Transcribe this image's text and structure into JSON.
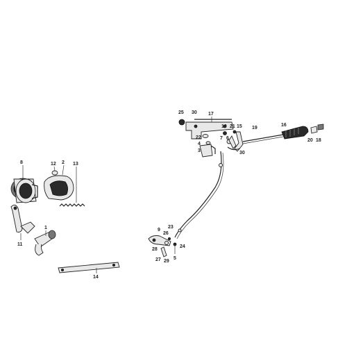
{
  "callouts": [
    {
      "id": "c8",
      "text": "8"
    },
    {
      "id": "c12",
      "text": "12"
    },
    {
      "id": "c2",
      "text": "2"
    },
    {
      "id": "c13",
      "text": "13"
    },
    {
      "id": "c11",
      "text": "11"
    },
    {
      "id": "c1",
      "text": "1"
    },
    {
      "id": "c14",
      "text": "14"
    },
    {
      "id": "c25",
      "text": "25"
    },
    {
      "id": "c30a",
      "text": "30"
    },
    {
      "id": "c17",
      "text": "17"
    },
    {
      "id": "c22",
      "text": "22"
    },
    {
      "id": "c4",
      "text": "4"
    },
    {
      "id": "c3",
      "text": "3"
    },
    {
      "id": "c10",
      "text": "10"
    },
    {
      "id": "c7",
      "text": "7"
    },
    {
      "id": "c21",
      "text": "21"
    },
    {
      "id": "c6",
      "text": "6"
    },
    {
      "id": "c15",
      "text": "15"
    },
    {
      "id": "c19",
      "text": "19"
    },
    {
      "id": "c30b",
      "text": "30"
    },
    {
      "id": "c16",
      "text": "16"
    },
    {
      "id": "c20",
      "text": "20"
    },
    {
      "id": "c18",
      "text": "18"
    },
    {
      "id": "c9",
      "text": "9"
    },
    {
      "id": "c23",
      "text": "23"
    },
    {
      "id": "c26",
      "text": "26"
    },
    {
      "id": "c28",
      "text": "28"
    },
    {
      "id": "c5",
      "text": "5"
    },
    {
      "id": "c24",
      "text": "24"
    },
    {
      "id": "c27",
      "text": "27"
    },
    {
      "id": "c29",
      "text": "29"
    }
  ]
}
